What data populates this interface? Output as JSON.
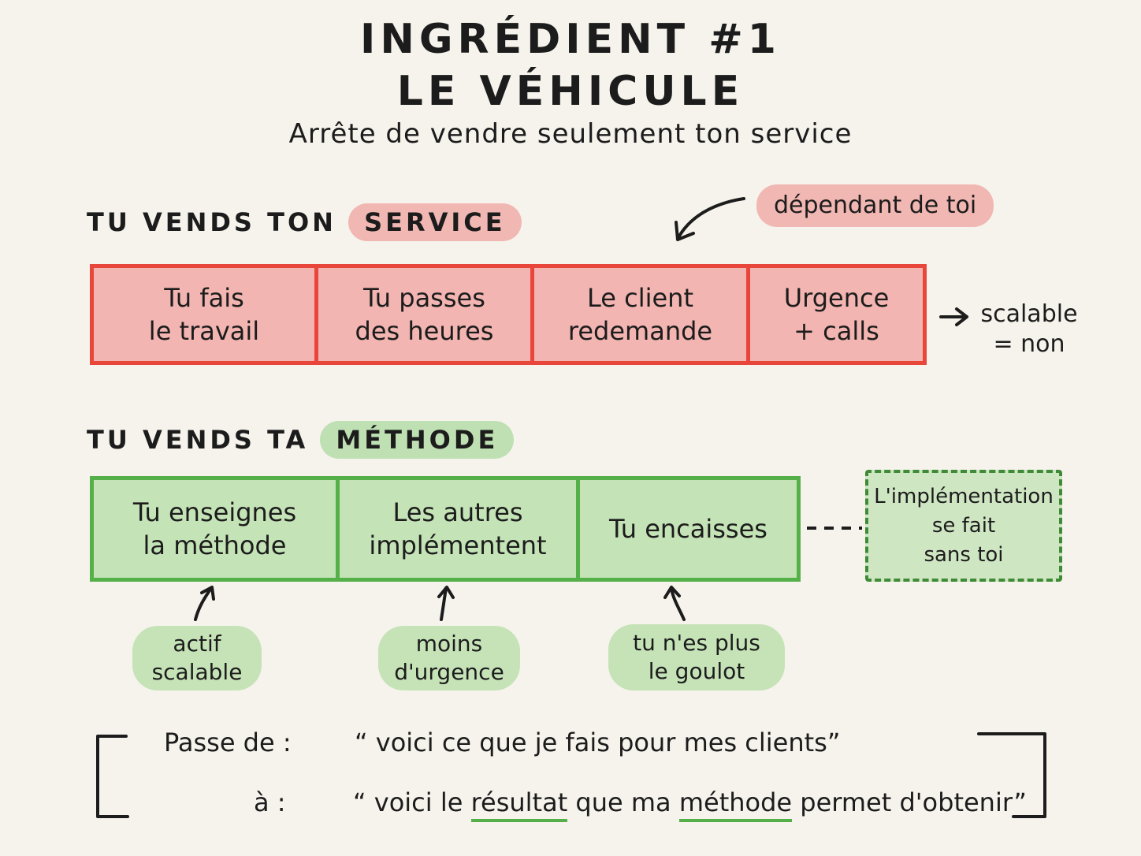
{
  "header": {
    "title_line1": "INGRÉDIENT #1",
    "title_line2": "LE VÉHICULE",
    "subtitle": "Arrête de vendre seulement ton service"
  },
  "service_section": {
    "heading_prefix": "TU VENDS TON",
    "heading_highlight": "SERVICE",
    "annotation": "dépendant de toi",
    "steps": [
      "Tu fais\nle travail",
      "Tu passes\ndes heures",
      "Le client\nredemande",
      "Urgence\n+ calls"
    ],
    "outcome": "scalable\n= non"
  },
  "method_section": {
    "heading_prefix": "TU VENDS TA",
    "heading_highlight": "MÉTHODE",
    "steps": [
      "Tu enseignes\nla méthode",
      "Les autres\nimplémentent",
      "Tu encaisses"
    ],
    "dashed_note": "L'implémentation\nse fait\nsans toi",
    "benefits": [
      "actif\nscalable",
      "moins\nd'urgence",
      "tu n'es plus\nle goulot"
    ]
  },
  "shift": {
    "from_label": "Passe de :",
    "from_quote": "“ voici ce que je fais pour mes clients”",
    "to_label": "à :",
    "to_quote_part1": "“ voici le ",
    "to_quote_underline1": "résultat",
    "to_quote_part2": " que ma ",
    "to_quote_underline2": "méthode",
    "to_quote_part3": " permet d'obtenir”"
  },
  "colors": {
    "background": "#f6f3ec",
    "red_border": "#e8463a",
    "red_fill": "#f2b5b1",
    "green_border": "#55b04a",
    "green_fill": "#c4e3b6"
  }
}
